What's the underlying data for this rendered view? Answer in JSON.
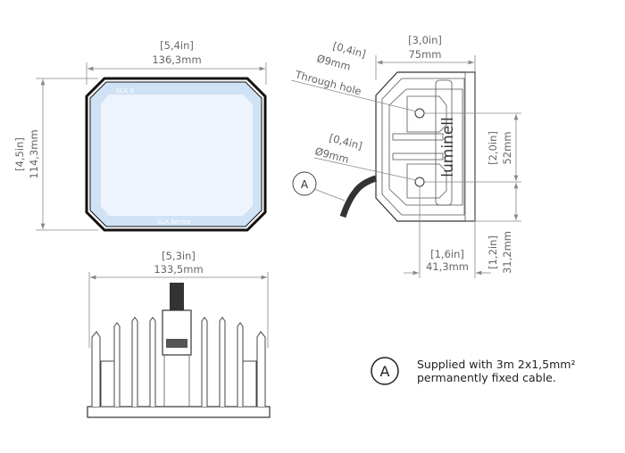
{
  "front_view": {
    "width_in": "[5,4in]",
    "width_mm": "136,3mm",
    "height_in": "[4,5in]",
    "height_mm": "114,3mm",
    "lens_label_top": "SLX 8",
    "lens_label_bottom": "SLX Series",
    "lens_color": "#cfe2f6"
  },
  "side_view": {
    "width_in": "[3,0in]",
    "width_mm": "75mm",
    "hole1_in": "[0,4in]",
    "hole1_mm": "Ø9mm",
    "hole1_note": "Through hole",
    "hole2_in": "[0,4in]",
    "hole2_mm": "Ø9mm",
    "hole_spacing_in": "[2,0in]",
    "hole_spacing_mm": "52mm",
    "hole_offset_in": "[1,2in]",
    "hole_offset_mm": "31,2mm",
    "hole_depth_in": "[1,6in]",
    "hole_depth_mm": "41,3mm",
    "brand": "luminell",
    "callout": "A"
  },
  "bottom_view": {
    "width_in": "[5,3in]",
    "width_mm": "133,5mm"
  },
  "legend": {
    "marker": "A",
    "line1": "Supplied with 3m 2x1,5mm²",
    "line2": "permanently fixed cable."
  }
}
